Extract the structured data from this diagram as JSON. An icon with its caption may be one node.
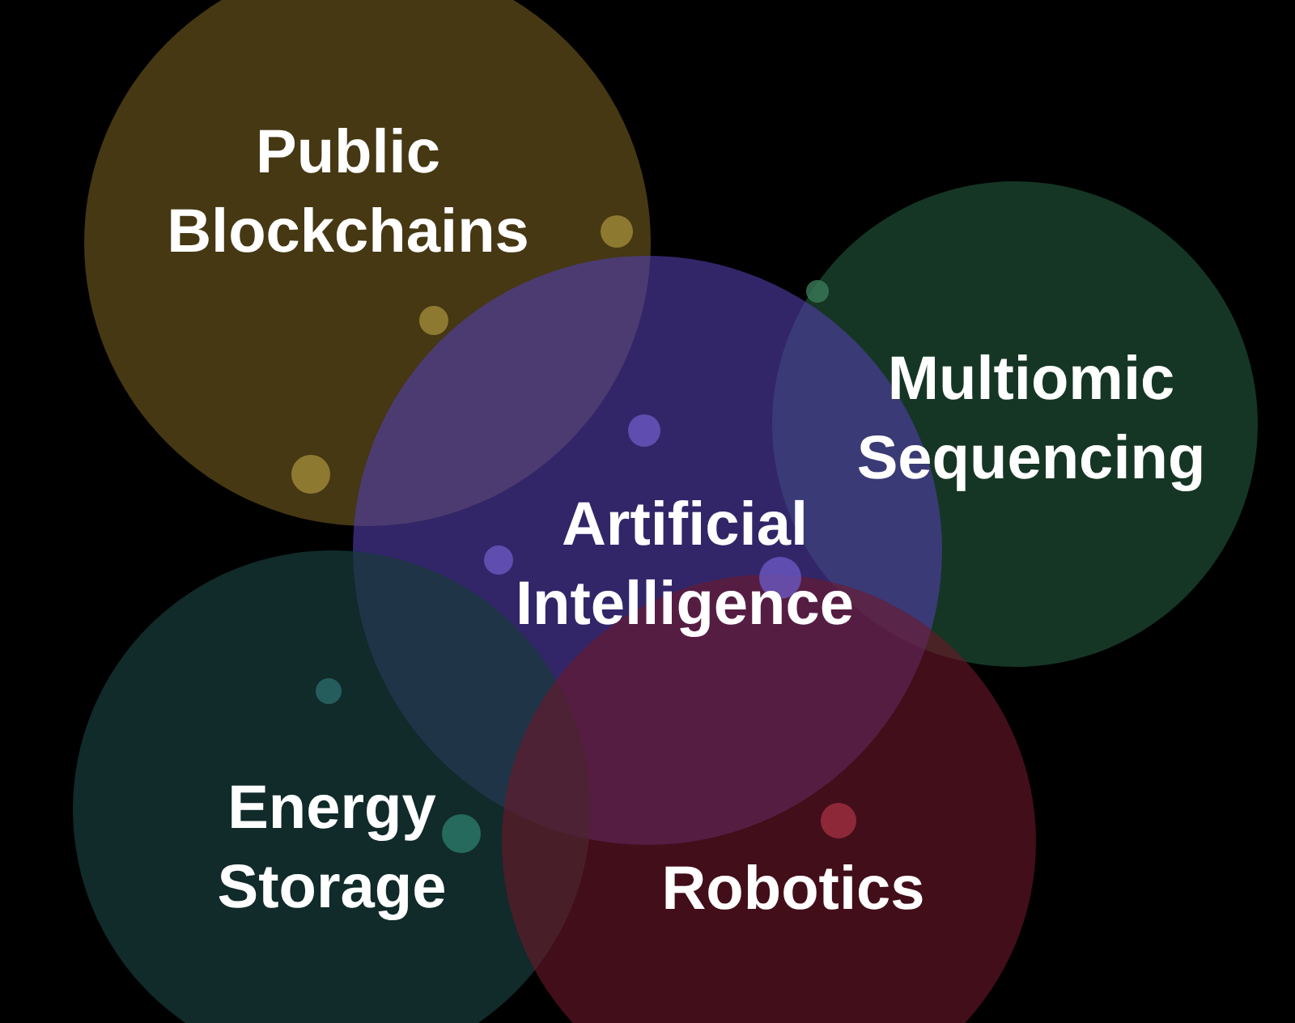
{
  "diagram": {
    "nodes": [
      {
        "text": [
          "Public Blockchains"
        ]
      },
      {
        "text": [
          "Multiomic Sequencing"
        ]
      },
      {
        "text": [
          "Artificial Intelligence"
        ]
      },
      {
        "text": [
          "Energy Storage"
        ]
      },
      {
        "text": [
          "Robotics"
        ]
      }
    ]
  }
}
